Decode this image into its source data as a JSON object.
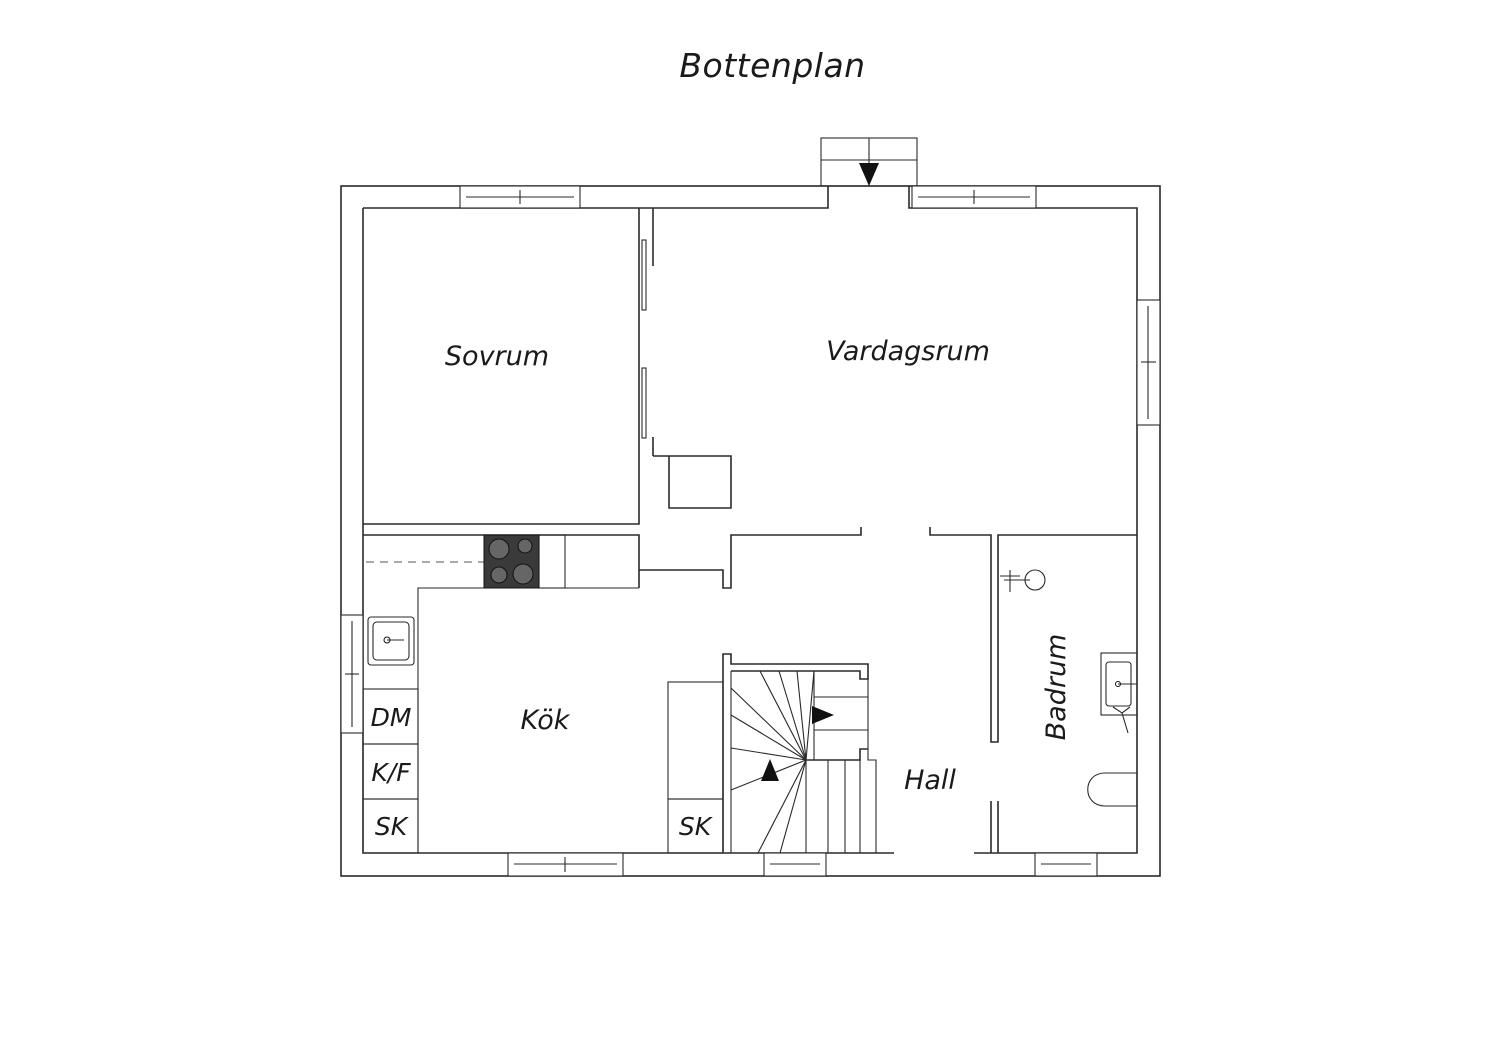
{
  "plan": {
    "title": "Bottenplan",
    "rooms": {
      "sovrum": "Sovrum",
      "vardagsrum": "Vardagsrum",
      "kok": "Kök",
      "hall": "Hall",
      "badrum": "Badrum"
    },
    "cabinets": {
      "dm": "DM",
      "kf": "K/F",
      "sk_kitchen": "SK",
      "sk_hall": "SK"
    }
  }
}
